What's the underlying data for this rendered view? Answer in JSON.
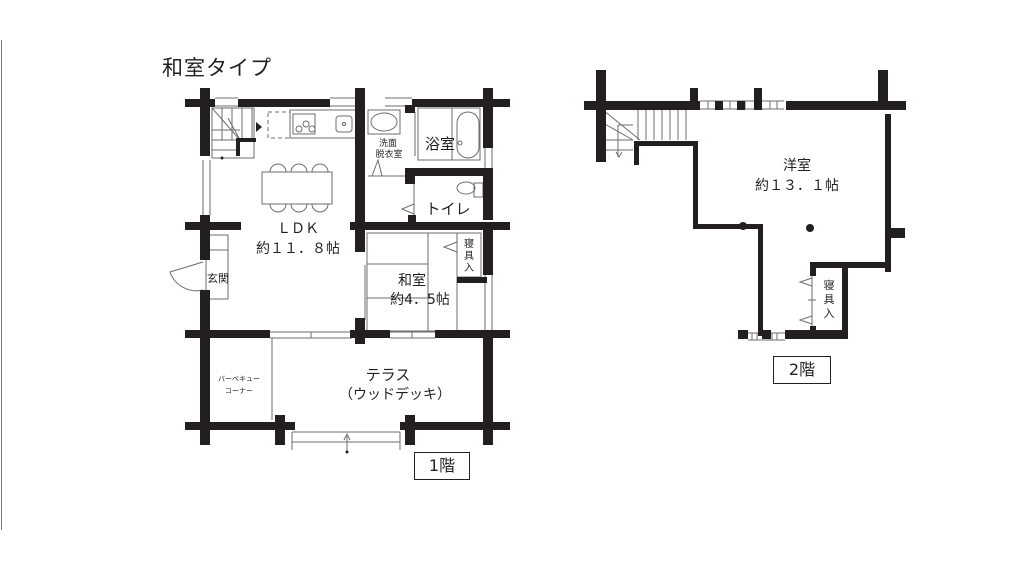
{
  "title": "和室タイプ",
  "floors": [
    {
      "label": "1階",
      "rooms": [
        {
          "id": "ldk",
          "name": "ＬＤＫ",
          "size": "約１１．８帖"
        },
        {
          "id": "washroom",
          "name_line1": "洗面",
          "name_line2": "脱衣室"
        },
        {
          "id": "bath",
          "name": "浴室"
        },
        {
          "id": "toilet",
          "name": "トイレ"
        },
        {
          "id": "futon-closet",
          "name": "寝具入"
        },
        {
          "id": "washitsu",
          "name": "和室",
          "size": "約4．5帖"
        },
        {
          "id": "entrance",
          "name": "玄関"
        },
        {
          "id": "bbq",
          "name_line1": "バーベキュー",
          "name_line2": "コーナー"
        },
        {
          "id": "terrace",
          "name": "テラス",
          "sub": "（ウッドデッキ）"
        }
      ]
    },
    {
      "label": "2階",
      "rooms": [
        {
          "id": "western-room",
          "name": "洋室",
          "size": "約１３．１帖"
        },
        {
          "id": "futon-closet-2f",
          "name": "寝具入"
        }
      ]
    }
  ],
  "colors": {
    "wall": "#231f20",
    "line": "#6d6d6d",
    "background": "#ffffff"
  }
}
